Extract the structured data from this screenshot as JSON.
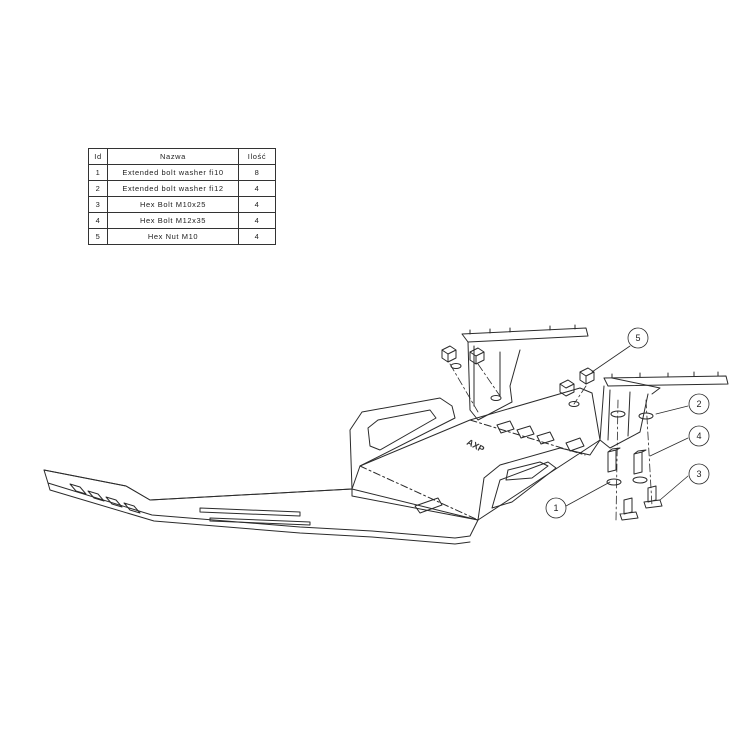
{
  "table": {
    "headers": {
      "id": "Id",
      "name": "Nazwa",
      "qty": "Ilość"
    },
    "rows": [
      {
        "id": "1",
        "name": "Extended bolt washer fi10",
        "qty": "8"
      },
      {
        "id": "2",
        "name": "Extended bolt washer fi12",
        "qty": "4"
      },
      {
        "id": "3",
        "name": "Hex Bolt M10x25",
        "qty": "4"
      },
      {
        "id": "4",
        "name": "Hex Bolt M12x35",
        "qty": "4"
      },
      {
        "id": "5",
        "name": "Hex Nut M10",
        "qty": "4"
      }
    ]
  },
  "callouts": [
    "1",
    "2",
    "3",
    "4",
    "5"
  ],
  "brand_mark": "AXP",
  "line_color": "#2b2b2b"
}
